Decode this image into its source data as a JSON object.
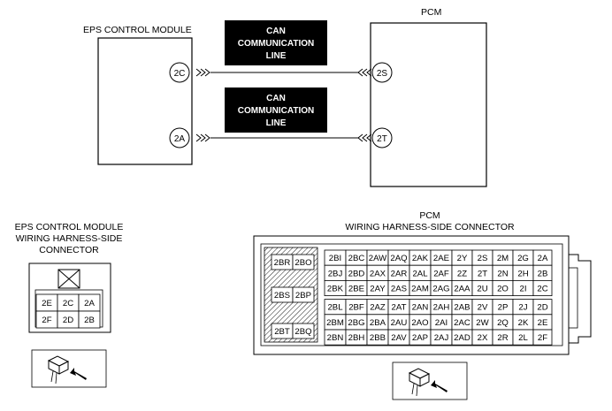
{
  "wiring": {
    "eps_module_title": "EPS CONTROL MODULE",
    "pcm_title": "PCM",
    "can_line_top": [
      "CAN",
      "COMMUNICATION",
      "LINE"
    ],
    "can_line_bottom": [
      "CAN",
      "COMMUNICATION",
      "LINE"
    ],
    "eps_pin_top": "2C",
    "eps_pin_bottom": "2A",
    "pcm_pin_top": "2S",
    "pcm_pin_bottom": "2T"
  },
  "eps_connector": {
    "title_lines": [
      "EPS CONTROL MODULE",
      "WIRING HARNESS-SIDE",
      "CONNECTOR"
    ],
    "rows": [
      [
        "2E",
        "2C",
        "2A"
      ],
      [
        "2F",
        "2D",
        "2B"
      ]
    ]
  },
  "pcm_connector": {
    "title_lines": [
      "PCM",
      "WIRING HARNESS-SIDE CONNECTOR"
    ],
    "left_pins": [
      [
        "2BR",
        "2BO"
      ],
      [
        "2BS",
        "2BP"
      ],
      [
        "2BT",
        "2BQ"
      ]
    ],
    "rows": [
      [
        "2BI",
        "2BC",
        "2AW",
        "2AQ",
        "2AK",
        "2AE",
        "2Y",
        "2S",
        "2M",
        "2G",
        "2A"
      ],
      [
        "2BJ",
        "2BD",
        "2AX",
        "2AR",
        "2AL",
        "2AF",
        "2Z",
        "2T",
        "2N",
        "2H",
        "2B"
      ],
      [
        "2BK",
        "2BE",
        "2AY",
        "2AS",
        "2AM",
        "2AG",
        "2AA",
        "2U",
        "2O",
        "2I",
        "2C"
      ],
      [
        "2BL",
        "2BF",
        "2AZ",
        "2AT",
        "2AN",
        "2AH",
        "2AB",
        "2V",
        "2P",
        "2J",
        "2D"
      ],
      [
        "2BM",
        "2BG",
        "2BA",
        "2AU",
        "2AO",
        "2AI",
        "2AC",
        "2W",
        "2Q",
        "2K",
        "2E"
      ],
      [
        "2BN",
        "2BH",
        "2BB",
        "2AV",
        "2AP",
        "2AJ",
        "2AD",
        "2X",
        "2R",
        "2L",
        "2F"
      ]
    ]
  }
}
